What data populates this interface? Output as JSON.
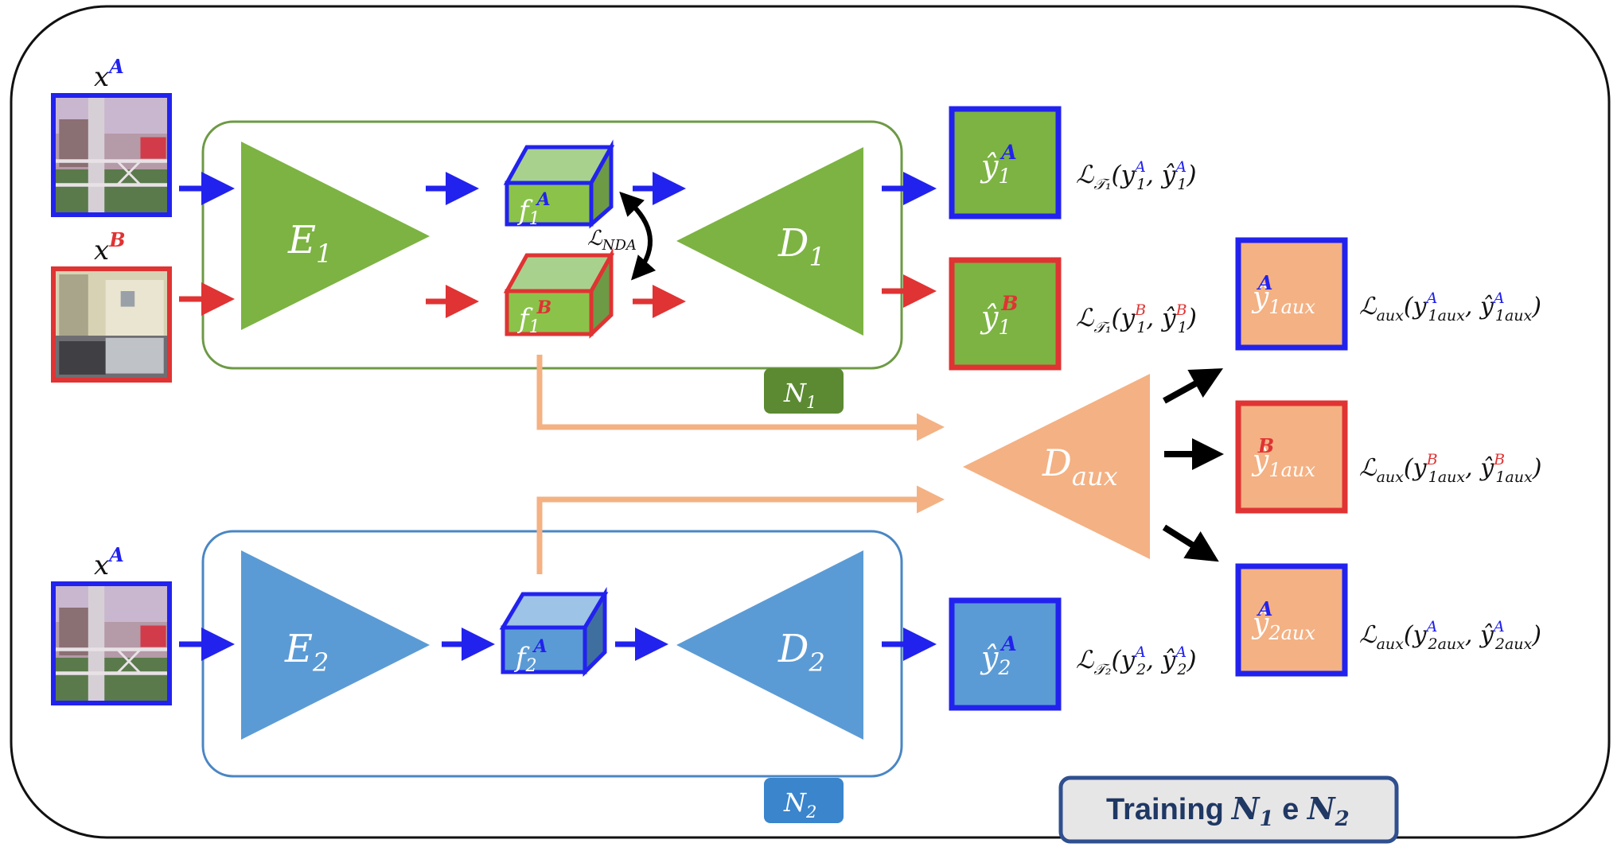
{
  "inputs": {
    "xA_top": {
      "base": "x",
      "sup": "A"
    },
    "xB": {
      "base": "x",
      "sup": "B"
    },
    "xA_bottom": {
      "base": "x",
      "sup": "A"
    }
  },
  "network1": {
    "encoder": {
      "base": "E",
      "sub": "1"
    },
    "decoder": {
      "base": "D",
      "sub": "1"
    },
    "featA": {
      "base": "f",
      "sub": "1",
      "sup": "A"
    },
    "featB": {
      "base": "f",
      "sub": "1",
      "sup": "B"
    },
    "nda_loss": {
      "base": "ℒ",
      "sub": "NDA"
    },
    "tag": {
      "base": "N",
      "sub": "1"
    }
  },
  "network2": {
    "encoder": {
      "base": "E",
      "sub": "2"
    },
    "decoder": {
      "base": "D",
      "sub": "2"
    },
    "featA": {
      "base": "f",
      "sub": "2",
      "sup": "A"
    },
    "tag": {
      "base": "N",
      "sub": "2"
    }
  },
  "aux_decoder": {
    "base": "D",
    "sub": "aux"
  },
  "outputs": {
    "y1A": {
      "base": "ŷ",
      "sub": "1",
      "sup": "A"
    },
    "y1B": {
      "base": "ŷ",
      "sub": "1",
      "sup": "B"
    },
    "y2A": {
      "base": "ŷ",
      "sub": "2",
      "sup": "A"
    },
    "y1auxA": {
      "base": "ŷ",
      "sub": "1aux",
      "sup": "A"
    },
    "y1auxB": {
      "base": "ŷ",
      "sub": "1aux",
      "sup": "B"
    },
    "y2auxA": {
      "base": "ŷ",
      "sub": "2aux",
      "sup": "A"
    }
  },
  "losses": {
    "loss1A": {
      "name": "ℒ",
      "name_sub": "𝒯₁",
      "open": "(",
      "y": "y",
      "y_sub": "1",
      "y_sup": "A",
      "comma": ", ",
      "yh": "ŷ",
      "yh_sub": "1",
      "yh_sup": "A",
      "close": ")"
    },
    "loss1B": {
      "name": "ℒ",
      "name_sub": "𝒯₁",
      "open": "(",
      "y": "y",
      "y_sub": "1",
      "y_sup": "B",
      "comma": ", ",
      "yh": "ŷ",
      "yh_sub": "1",
      "yh_sup": "B",
      "close": ")"
    },
    "loss2A": {
      "name": "ℒ",
      "name_sub": "𝒯₂",
      "open": "(",
      "y": "y",
      "y_sub": "2",
      "y_sup": "A",
      "comma": ", ",
      "yh": "ŷ",
      "yh_sub": "2",
      "yh_sup": "A",
      "close": ")"
    },
    "lossAux1A": {
      "name": "ℒ",
      "name_sub": "aux",
      "open": "(",
      "y": "y",
      "y_sub": "1aux",
      "y_sup": "A",
      "comma": ", ",
      "yh": "ŷ",
      "yh_sub": "1aux",
      "yh_sup": "A",
      "close": ")"
    },
    "lossAux1B": {
      "name": "ℒ",
      "name_sub": "aux",
      "open": "(",
      "y": "y",
      "y_sub": "1aux",
      "y_sup": "B",
      "comma": ", ",
      "yh": "ŷ",
      "yh_sub": "1aux",
      "yh_sup": "B",
      "close": ")"
    },
    "lossAux2A": {
      "name": "ℒ",
      "name_sub": "aux",
      "open": "(",
      "y": "y",
      "y_sub": "2aux",
      "y_sup": "A",
      "comma": ", ",
      "yh": "ŷ",
      "yh_sub": "2aux",
      "yh_sup": "A",
      "close": ")"
    }
  },
  "training_box": {
    "word": "Training",
    "n1": "N",
    "n1_sub": "1",
    "conj": " e ",
    "n2": "N",
    "n2_sub": "2"
  },
  "colors": {
    "domain_A": "#2222ee",
    "domain_B": "#e03333",
    "network1_green": "#7cb342",
    "network1_light": "#8bc34a",
    "network2_blue": "#5b9bd5",
    "aux_orange": "#f4b183",
    "frame": "#111111",
    "training_bg": "#e7e6e6",
    "training_border": "#2f4f8f"
  }
}
